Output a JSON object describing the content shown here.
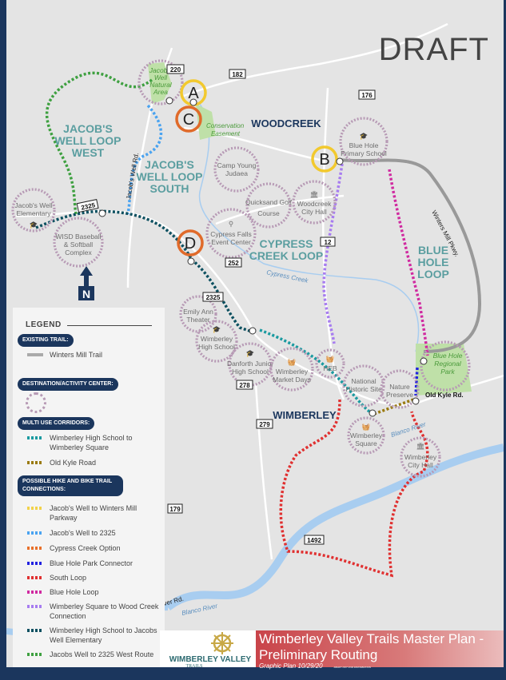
{
  "watermark": "DRAFT",
  "regions": [
    "JACOB'S",
    "WELL LOOP",
    "WEST",
    "JACOB'S",
    "WELL LOOP",
    "SOUTH",
    "WOODCREEK",
    "CYPRESS",
    "CREEK LOOP",
    "BLUE",
    "HOLE",
    "LOOP",
    "WIMBERLEY"
  ],
  "destinations": [
    {
      "l1": "Jacob's",
      "l2": "Well",
      "l3": "Natural",
      "l4": "Area"
    },
    {
      "l1": "Jacob's Well",
      "l2": "Elementary"
    },
    {
      "l1": "WISD Baseball",
      "l2": "& Softball",
      "l3": "Complex"
    },
    {
      "l1": "Camp Young",
      "l2": "Judaea"
    },
    {
      "l1": "Quicksand Golf",
      "l2": "Course"
    },
    {
      "l1": "Woodcreek",
      "l2": "City Hall"
    },
    {
      "l1": "Cypress Falls",
      "l2": "Event Center"
    },
    {
      "l1": "Blue Hole",
      "l2": "Primary School"
    },
    {
      "l1": "Emily Ann",
      "l2": "Theater"
    },
    {
      "l1": "Wimberley",
      "l2": "High School"
    },
    {
      "l1": "Danforth Junior",
      "l2": "High School"
    },
    {
      "l1": "Wimberley",
      "l2": "Market Days"
    },
    {
      "l1": "HEB"
    },
    {
      "l1": "National",
      "l2": "Historic Site"
    },
    {
      "l1": "Nature",
      "l2": "Preserve"
    },
    {
      "l1": "Wimberley",
      "l2": "Square"
    },
    {
      "l1": "Wimberley",
      "l2": "City Hall"
    },
    {
      "l1": "Blue Hole",
      "l2": "Regional",
      "l3": "Park"
    }
  ],
  "map_labels": {
    "conservation": "Conservation",
    "easement": "Easement",
    "jacobs_well_rd": "Jacob's Well Rd.",
    "winters_mill": "Winters Mill Pkwy.",
    "cypress_creek": "Cypress Creek",
    "blanco_river": "Blanco River",
    "blanco_river2": "Blanco River",
    "old_kyle": "Old Kyle Rd.",
    "river_rd": "River Rd.",
    "north": "N"
  },
  "shields": [
    "220",
    "182",
    "176",
    "2325",
    "252",
    "2325",
    "12",
    "278",
    "279",
    "1492",
    "179"
  ],
  "markers": [
    "A",
    "B",
    "C",
    "D"
  ],
  "legend": {
    "title": "LEGEND",
    "existing": "EXISTING TRAIL:",
    "winters": "Winters Mill Trail",
    "destination": "DESTINATION/ACTIVITY CENTER:",
    "multi": "MULTI USE CORRIDORS:",
    "possible": "POSSIBLE HIKE AND BIKE TRAIL CONNECTIONS:",
    "items": [
      {
        "label": "Wimberley High School to Wimberley Square",
        "color": "#1a9aa0"
      },
      {
        "label": "Old Kyle Road",
        "color": "#9a7a10"
      },
      {
        "label": "Jacob's Well to Winters Mill Parkway",
        "color": "#f2d24a"
      },
      {
        "label": "Jacob's Well to 2325",
        "color": "#4aa3f0"
      },
      {
        "label": "Cypress Creek Option",
        "color": "#e8702a"
      },
      {
        "label": "Blue Hole Park Connector",
        "color": "#2222e0"
      },
      {
        "label": "South Loop",
        "color": "#e03030"
      },
      {
        "label": "Blue Hole Loop",
        "color": "#d02aa0"
      },
      {
        "label": "Wimberley Square to Wood Creek Connection",
        "color": "#a77cf0"
      },
      {
        "label": "Wimberley High School to Jacobs Well Elementary",
        "color": "#0d5060"
      },
      {
        "label": "Jacobs Well to 2325 West Route",
        "color": "#3ea040"
      }
    ]
  },
  "title_block": {
    "line1": "Wimberley Valley Trails Master Plan -",
    "line2": "Preliminary Routing",
    "sub": "Graphic Plan  10/29/20",
    "fine": "DRAFT NOT FOR DISTRIBUTION",
    "logo_top": "WIMBERLEY VALLEY",
    "logo_bottom": "TRAILS"
  }
}
